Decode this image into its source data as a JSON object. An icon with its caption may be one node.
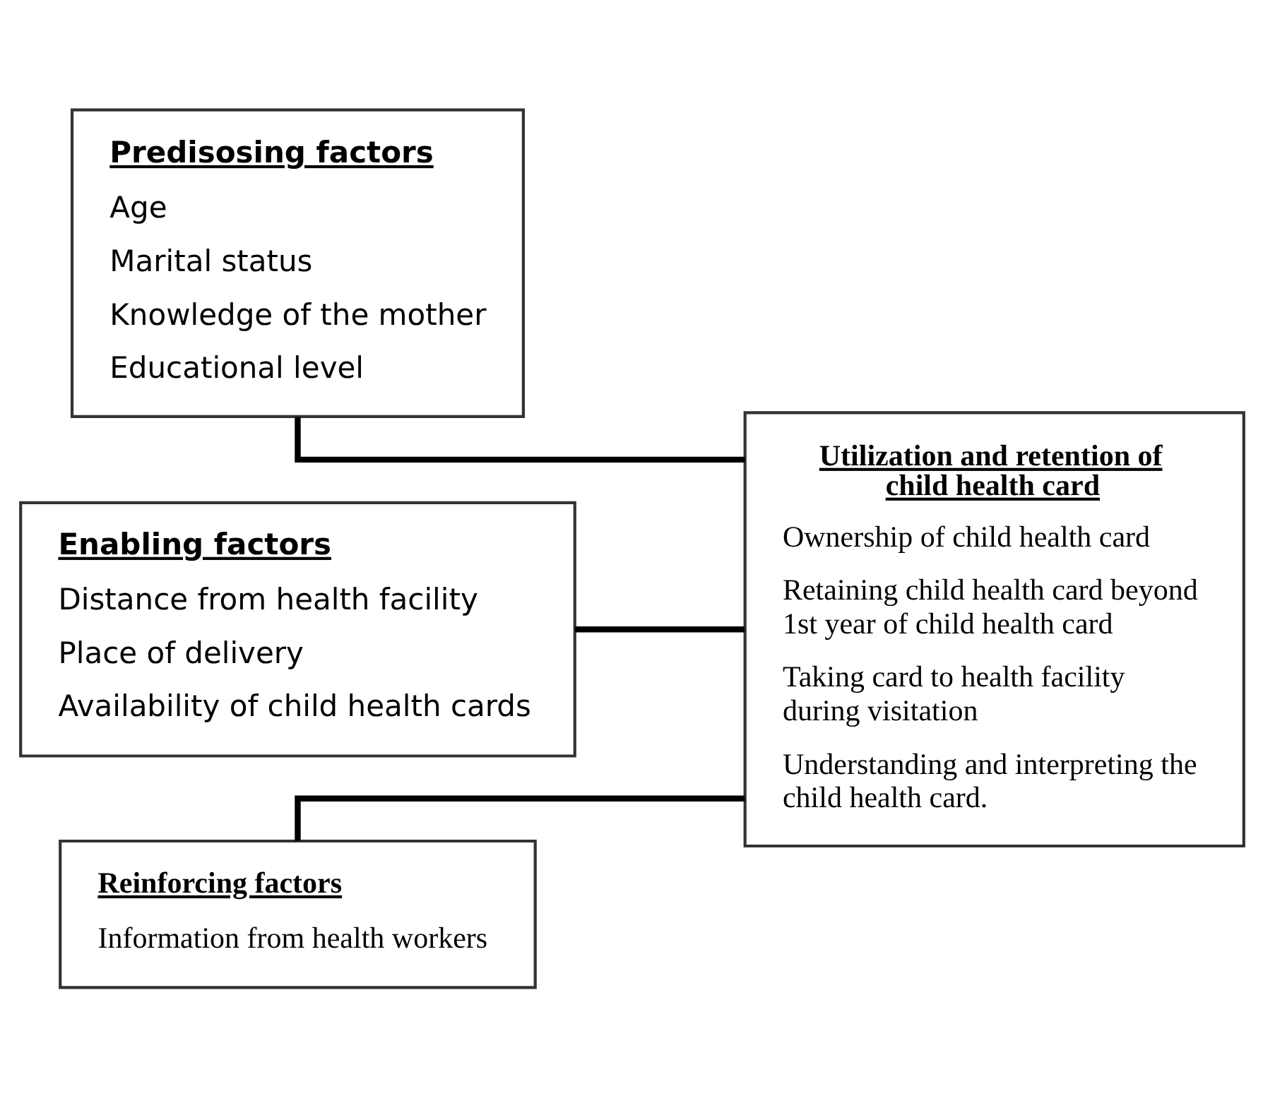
{
  "diagram": {
    "nodes": [
      {
        "text": [
          "Predisosing factors",
          "Age",
          "Marital status",
          "Knowledge of the mother",
          "Educational level"
        ]
      },
      {
        "text": [
          "Enabling factors",
          "Distance from health facility",
          "Place of delivery",
          "Availability of child health cards"
        ]
      },
      {
        "text": [
          "Reinforcing factors",
          "Information from health workers"
        ]
      },
      {
        "text": [
          "Utilization and retention of child health card",
          "Ownership of child health card",
          "Retaining child health card beyond 1st year of child health card",
          "Taking card to health facility during visitation",
          "Understanding and interpreting the child health card."
        ]
      }
    ],
    "edges": [
      {
        "from": 0,
        "to": 3,
        "arrow": "none"
      },
      {
        "from": 1,
        "to": 3,
        "arrow": "none"
      },
      {
        "from": 2,
        "to": 3,
        "arrow": "none"
      }
    ]
  }
}
